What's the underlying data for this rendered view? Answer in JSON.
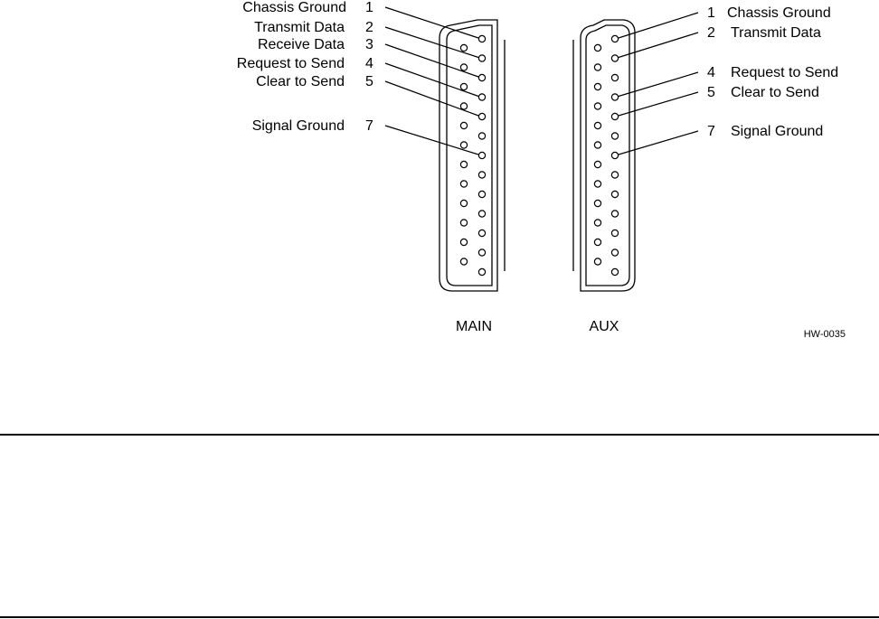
{
  "main": {
    "caption": "MAIN",
    "pins": [
      {
        "number": "1",
        "signal": "Chassis Ground"
      },
      {
        "number": "2",
        "signal": "Transmit Data"
      },
      {
        "number": "3",
        "signal": "Receive Data"
      },
      {
        "number": "4",
        "signal": "Request to Send"
      },
      {
        "number": "5",
        "signal": "Clear to Send"
      },
      {
        "number": "7",
        "signal": "Signal Ground"
      }
    ]
  },
  "aux": {
    "caption": "AUX",
    "pins": [
      {
        "number": "1",
        "signal": "Chassis Ground"
      },
      {
        "number": "2",
        "signal": "Transmit Data"
      },
      {
        "number": "4",
        "signal": "Request to Send"
      },
      {
        "number": "5",
        "signal": "Clear to Send"
      },
      {
        "number": "7",
        "signal": "Signal Ground"
      }
    ]
  },
  "figure_id": "HW-0035",
  "pin_color": "#000000"
}
